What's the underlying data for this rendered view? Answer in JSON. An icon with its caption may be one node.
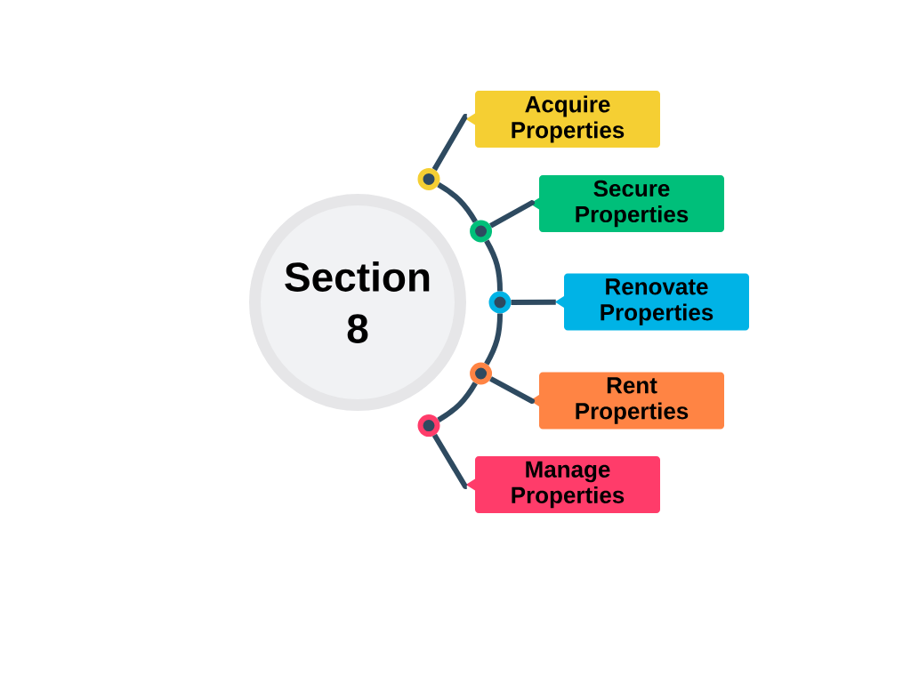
{
  "diagram": {
    "nodes": [
      {
        "text": [
          "Section 8"
        ]
      },
      {
        "text": [],
        "shape": "circle"
      },
      {
        "text": [],
        "shape": "circle"
      },
      {
        "text": [],
        "shape": "circle"
      },
      {
        "text": [],
        "shape": "circle"
      },
      {
        "text": [],
        "shape": "circle"
      },
      {
        "text": [
          "Acquire Properties"
        ]
      },
      {
        "text": [
          "Secure Properties"
        ]
      },
      {
        "text": [
          "Renovate Properties"
        ]
      },
      {
        "text": [
          "Rent Properties"
        ]
      },
      {
        "text": [
          "Manage Properties"
        ]
      }
    ],
    "edges": [
      {
        "from": 1,
        "to": 2,
        "arrow": "none"
      },
      {
        "from": 2,
        "to": 3,
        "arrow": "none"
      },
      {
        "from": 3,
        "to": 4,
        "arrow": "none"
      },
      {
        "from": 4,
        "to": 5,
        "arrow": "none"
      },
      {
        "from": 1,
        "to": 6,
        "arrow": "none"
      },
      {
        "from": 2,
        "to": 7,
        "arrow": "none"
      },
      {
        "from": 3,
        "to": 8,
        "arrow": "none"
      },
      {
        "from": 4,
        "to": 9,
        "arrow": "none"
      },
      {
        "from": 5,
        "to": 10,
        "arrow": "none"
      }
    ]
  }
}
